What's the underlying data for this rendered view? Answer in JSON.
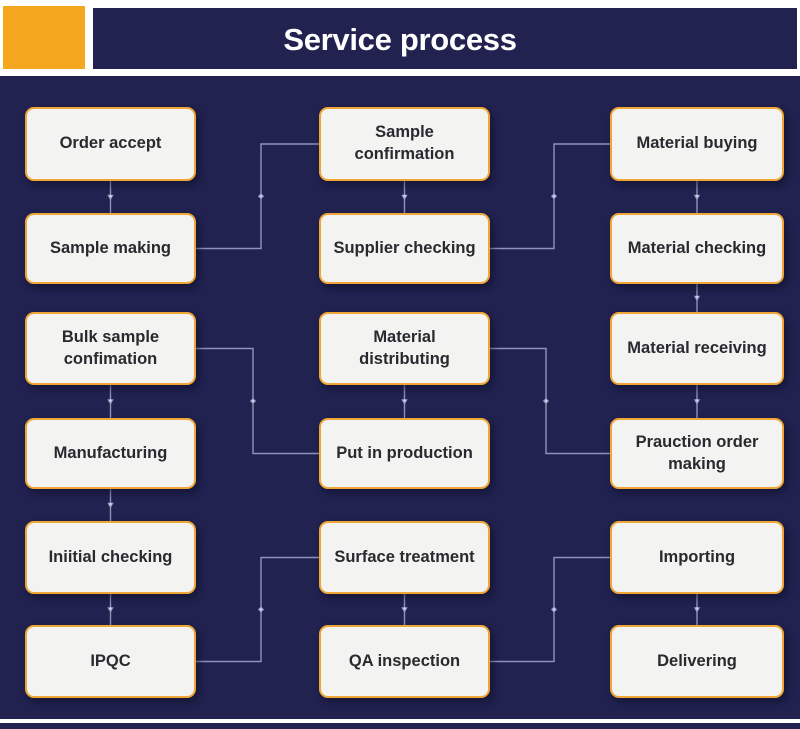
{
  "header": {
    "title": "Service process"
  },
  "colors": {
    "background": "#212250",
    "accent": "#f5a71f",
    "title_text": "#ffffff",
    "box_fill": "#f3f3f1",
    "box_border": "#f0a636",
    "box_text": "#29292f",
    "connector": "#98a1c4",
    "connector_marker": "#cdd3e8"
  },
  "diagram": {
    "nodes": [
      {
        "id": "order-accept",
        "label": "Order accept",
        "col": 0,
        "row": 0
      },
      {
        "id": "sample-making",
        "label": "Sample making",
        "col": 0,
        "row": 1
      },
      {
        "id": "bulk-sample-confimation",
        "label": "Bulk sample confimation",
        "col": 0,
        "row": 2
      },
      {
        "id": "manufacturing",
        "label": "Manufacturing",
        "col": 0,
        "row": 3
      },
      {
        "id": "iniitial-checking",
        "label": "Iniitial checking",
        "col": 0,
        "row": 4
      },
      {
        "id": "ipqc",
        "label": "IPQC",
        "col": 0,
        "row": 5
      },
      {
        "id": "sample-confirmation",
        "label": "Sample confirmation",
        "col": 1,
        "row": 0
      },
      {
        "id": "supplier-checking",
        "label": "Supplier checking",
        "col": 1,
        "row": 1
      },
      {
        "id": "material-distributing",
        "label": "Material distributing",
        "col": 1,
        "row": 2
      },
      {
        "id": "put-in-production",
        "label": "Put in production",
        "col": 1,
        "row": 3
      },
      {
        "id": "surface-treatment",
        "label": "Surface treatment",
        "col": 1,
        "row": 4
      },
      {
        "id": "qa-inspection",
        "label": "QA inspection",
        "col": 1,
        "row": 5
      },
      {
        "id": "material-buying",
        "label": "Material buying",
        "col": 2,
        "row": 0
      },
      {
        "id": "material-checking",
        "label": "Material checking",
        "col": 2,
        "row": 1
      },
      {
        "id": "material-receiving",
        "label": "Material receiving",
        "col": 2,
        "row": 2
      },
      {
        "id": "prauction-order-making",
        "label": "Prauction order making",
        "col": 2,
        "row": 3
      },
      {
        "id": "importing",
        "label": "Importing",
        "col": 2,
        "row": 4
      },
      {
        "id": "delivering",
        "label": "Delivering",
        "col": 2,
        "row": 5
      }
    ],
    "edges": [
      {
        "from": "order-accept",
        "to": "sample-making",
        "type": "down"
      },
      {
        "from": "sample-making",
        "to": "sample-confirmation",
        "type": "elbow"
      },
      {
        "from": "sample-confirmation",
        "to": "supplier-checking",
        "type": "down"
      },
      {
        "from": "supplier-checking",
        "to": "material-buying",
        "type": "elbow"
      },
      {
        "from": "material-buying",
        "to": "material-checking",
        "type": "down"
      },
      {
        "from": "material-checking",
        "to": "material-receiving",
        "type": "down"
      },
      {
        "from": "material-receiving",
        "to": "prauction-order-making",
        "type": "down"
      },
      {
        "from": "prauction-order-making",
        "to": "material-distributing",
        "type": "elbow"
      },
      {
        "from": "material-distributing",
        "to": "put-in-production",
        "type": "down"
      },
      {
        "from": "put-in-production",
        "to": "bulk-sample-confimation",
        "type": "elbow"
      },
      {
        "from": "bulk-sample-confimation",
        "to": "manufacturing",
        "type": "down"
      },
      {
        "from": "manufacturing",
        "to": "iniitial-checking",
        "type": "down"
      },
      {
        "from": "iniitial-checking",
        "to": "ipqc",
        "type": "down"
      },
      {
        "from": "ipqc",
        "to": "surface-treatment",
        "type": "elbow"
      },
      {
        "from": "surface-treatment",
        "to": "qa-inspection",
        "type": "down"
      },
      {
        "from": "qa-inspection",
        "to": "importing",
        "type": "elbow"
      },
      {
        "from": "importing",
        "to": "delivering",
        "type": "down"
      }
    ]
  }
}
